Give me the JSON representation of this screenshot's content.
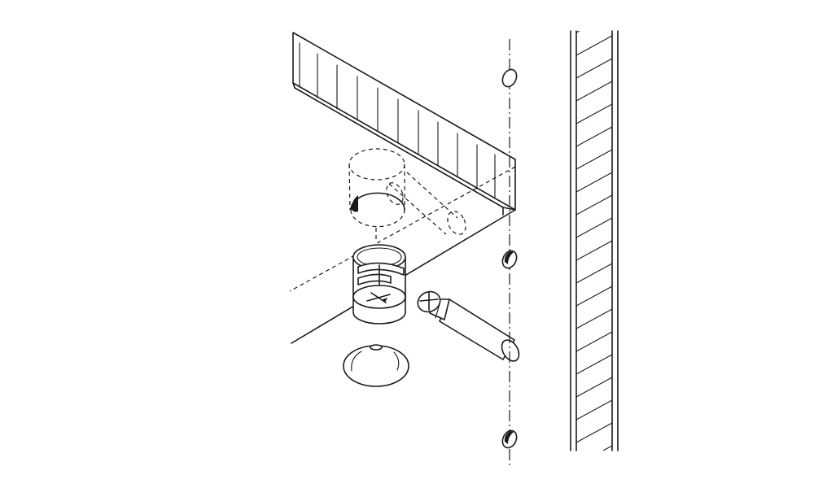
{
  "figure": {
    "type": "exploded assembly illustration",
    "parts": [
      {
        "id": "shelf-panel",
        "icon": "panel-hatched-icon"
      },
      {
        "id": "side-panel",
        "icon": "panel-hatched-icon"
      },
      {
        "id": "drilled-hole",
        "icon": "hidden-cylinder-icon"
      },
      {
        "id": "cam-lock",
        "icon": "cam-lock-icon"
      },
      {
        "id": "cover-cap",
        "icon": "cap-icon"
      },
      {
        "id": "connecting-bolt",
        "icon": "bolt-icon"
      },
      {
        "id": "side-panel-holes",
        "icon": "hole-icon",
        "count": 3
      }
    ],
    "line_color": "#1a1a1a",
    "background": "#ffffff"
  }
}
